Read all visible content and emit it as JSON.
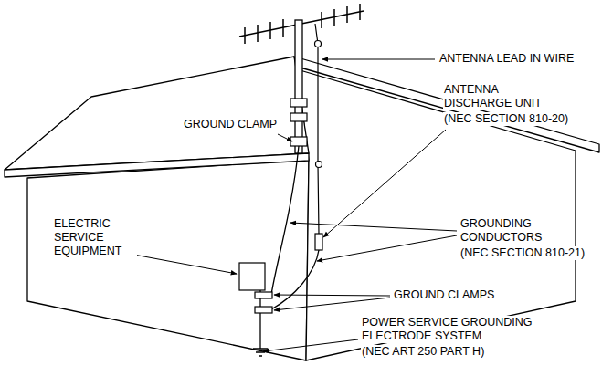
{
  "diagram": {
    "labels": [
      "ANTENNA LEAD IN WIRE",
      "ANTENNA DISCHARGE UNIT",
      "(NEC SECTION 810-20)",
      "GROUND CLAMP",
      "ELECTRIC SERVICE EQUIPMENT",
      "GROUNDING CONDUCTORS",
      "(NEC SECTION 810-21)",
      "GROUND CLAMPS",
      "POWER SERVICE GROUNDING ELECTRODE SYSTEM",
      "(NEC ART 250 PART H)"
    ]
  }
}
